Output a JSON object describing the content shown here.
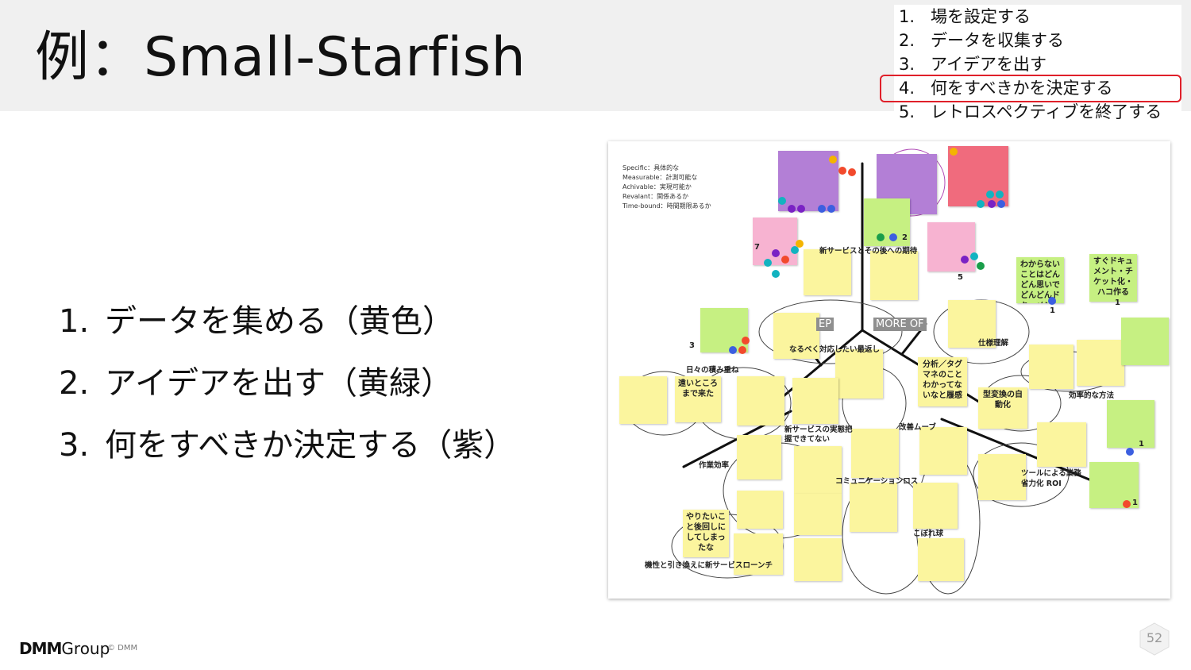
{
  "title": "例：Small-Starfish",
  "steps": [
    {
      "num": "1.",
      "text": "場を設定する"
    },
    {
      "num": "2.",
      "text": "データを収集する"
    },
    {
      "num": "3.",
      "text": "アイデアを出す"
    },
    {
      "num": "4.",
      "text": "何をすべきかを決定する"
    },
    {
      "num": "5.",
      "text": "レトロスペクティブを終了する"
    }
  ],
  "active_step_index": 3,
  "list": [
    {
      "num": "1.",
      "text": "データを集める（黄色）"
    },
    {
      "num": "2.",
      "text": "アイデアを出す（黄緑）"
    },
    {
      "num": "3.",
      "text": "何をすべきか決定する（紫）"
    }
  ],
  "board": {
    "smart": [
      "Specific：具体的な",
      "Measurable：計測可能な",
      "Achivable：実現可能か",
      "Revalant：関係あるか",
      "Time-bound：時間期限あるか"
    ],
    "bands": [
      "EP",
      "MORE OF"
    ],
    "labels": [
      "新サービスとその後への期待",
      "なるべく対応したい最返し",
      "仕様理解",
      "日々の積み重ね",
      "効率的な方法",
      "改善ムーブ",
      "新サービスの実態把握できてない",
      "作業効率",
      "コミュニケーションロス",
      "ツールによる業務省力化 ROI",
      "こぼれ球",
      "機性と引き換えに新サービスローンチ"
    ],
    "counts": [
      "2",
      "7",
      "5",
      "3",
      "1",
      "1",
      "1",
      "1"
    ],
    "big_notes": [
      "遠いところまで来た",
      "分析／タグマネのことわかってないなと履感",
      "型変換の自動化",
      "やりたいこと後回しにしてしまったな",
      "すぐドキュメント・チケット化・ハコ作る",
      "わからないことはどんどん思いでどんどんドキュメント化"
    ]
  },
  "footer": {
    "logo": "DMM",
    "logo_group": "Group",
    "copyright": "© DMM",
    "page_number": "52"
  },
  "colors": {
    "header_band": "#f0f0f0",
    "highlight": "#e0202a",
    "sticky_yellow": "#fbf59e",
    "sticky_green": "#c6f082",
    "sticky_purple": "#b37fd6",
    "sticky_pink": "#f7b3d1",
    "sticky_red": "#f06b7d"
  }
}
